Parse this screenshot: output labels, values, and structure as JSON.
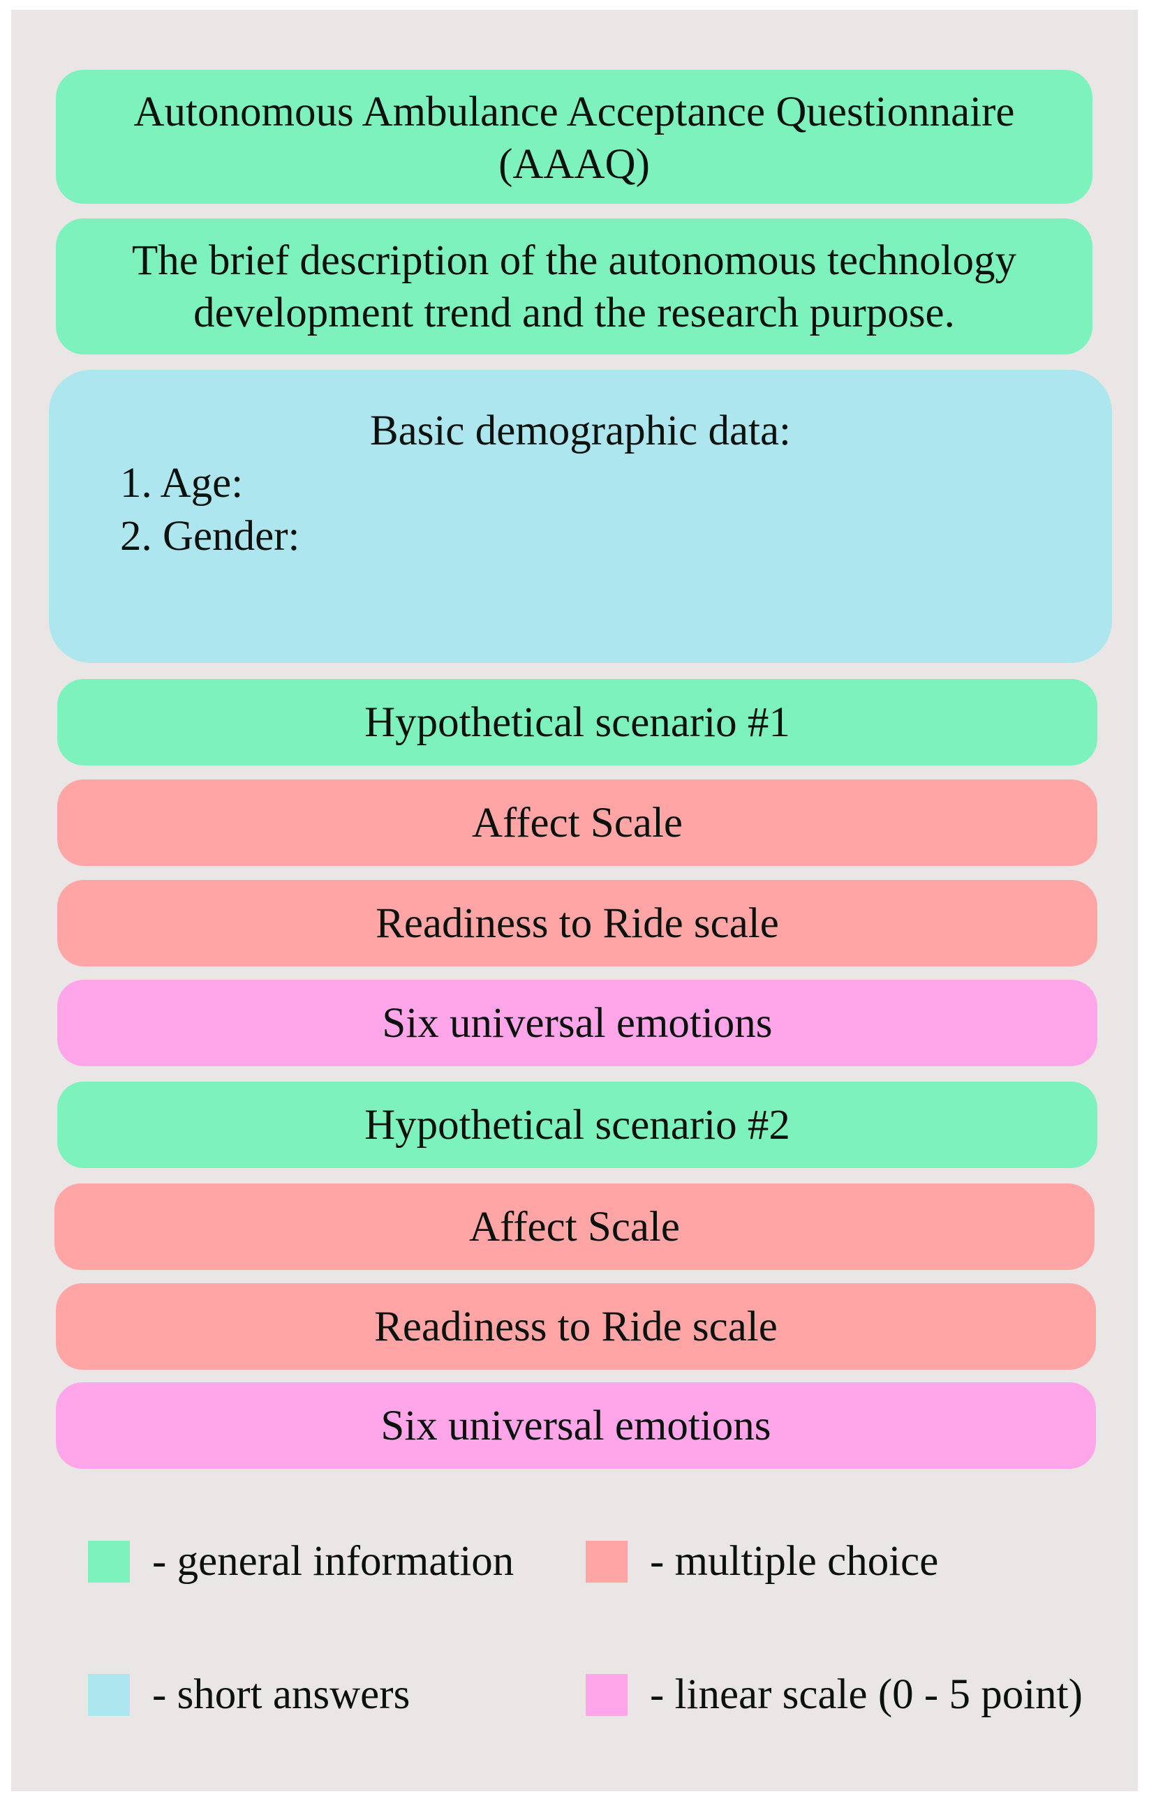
{
  "colors": {
    "general_information": "#7ef2bc",
    "short_answers": "#aee6f0",
    "multiple_choice": "#ffa5a6",
    "linear_scale": "#ffa6ea",
    "background": "#eae6e6"
  },
  "title": {
    "line1": "Autonomous Ambulance Acceptance Questionnaire",
    "line2": "(AAAQ)"
  },
  "description": {
    "line1": "The brief description of the autonomous technology",
    "line2": "development trend and the research purpose."
  },
  "demographics": {
    "heading": "Basic demographic data:",
    "items": [
      {
        "label": "1. Age:"
      },
      {
        "label": "2. Gender:"
      }
    ]
  },
  "sections": [
    {
      "label": "Hypothetical scenario #1",
      "type": "general_information"
    },
    {
      "label": "Affect Scale",
      "type": "multiple_choice"
    },
    {
      "label": "Readiness to Ride scale",
      "type": "multiple_choice"
    },
    {
      "label": "Six universal emotions",
      "type": "linear_scale"
    },
    {
      "label": "Hypothetical scenario #2",
      "type": "general_information"
    },
    {
      "label": "Affect Scale",
      "type": "multiple_choice"
    },
    {
      "label": "Readiness to Ride scale",
      "type": "multiple_choice"
    },
    {
      "label": "Six universal emotions",
      "type": "linear_scale"
    }
  ],
  "legend": [
    {
      "label": "- general information",
      "type": "general_information"
    },
    {
      "label": "- multiple choice",
      "type": "multiple_choice"
    },
    {
      "label": "- short answers",
      "type": "short_answers"
    },
    {
      "label": "- linear scale (0 - 5 point)",
      "type": "linear_scale"
    }
  ]
}
